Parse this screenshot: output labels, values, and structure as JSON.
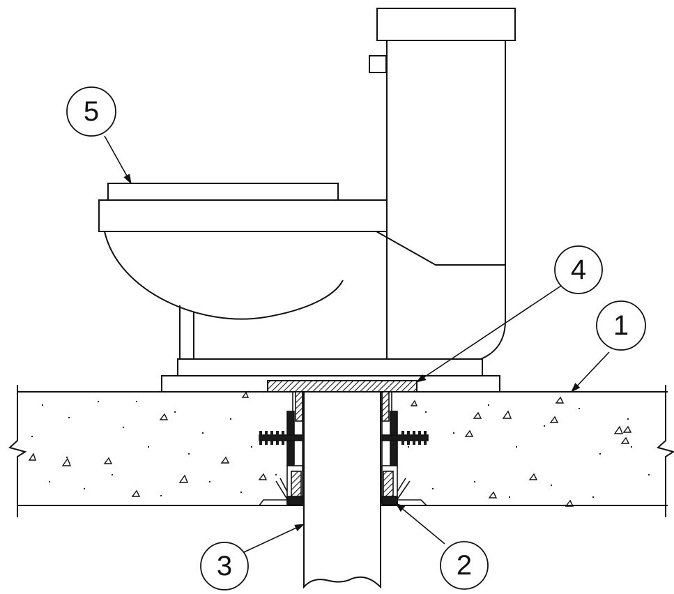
{
  "callouts": {
    "slab": "1",
    "sealing_part": "2",
    "drain_pipe": "3",
    "flange_plate": "4",
    "toilet_seat": "5"
  },
  "colors": {
    "line": "#111111",
    "fill_dark": "#1a1a1a",
    "background": "#ffffff"
  }
}
